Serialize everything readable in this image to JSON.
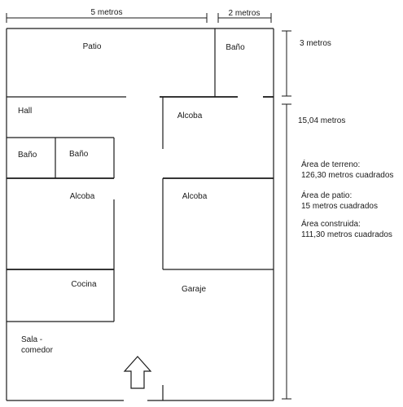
{
  "dimensions": {
    "top_left": "5 metros",
    "top_right": "2 metros",
    "right_top": "3 metros",
    "right_main": "15,04 metros"
  },
  "rooms": {
    "patio": "Patio",
    "bano_top": "Baño",
    "hall": "Hall",
    "alcoba_upper_right": "Alcoba",
    "bano_left_1": "Baño",
    "bano_left_2": "Baño",
    "alcoba_left": "Alcoba",
    "alcoba_mid_right": "Alcoba",
    "cocina": "Cocina",
    "garaje": "Garaje",
    "sala_line1": "Sala -",
    "sala_line2": "comedor"
  },
  "areas": {
    "terreno_label": "Área de terreno:",
    "terreno_value": "126,30 metros cuadrados",
    "patio_label": "Área de patio:",
    "patio_value": "15 metros cuadrados",
    "construida_label": "Área construida:",
    "construida_value": "111,30 metros cuadrados"
  },
  "colors": {
    "line": "#1a1a1a",
    "background": "#ffffff"
  },
  "icons": {
    "entrance": "entrance-arrow-up-icon"
  }
}
